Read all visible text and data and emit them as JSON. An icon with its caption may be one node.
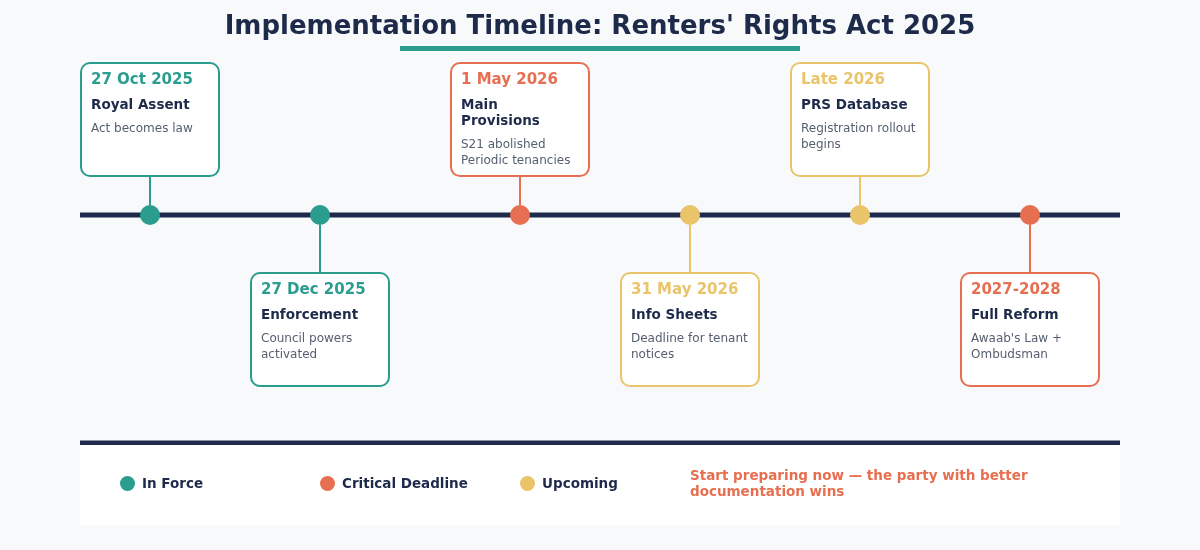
{
  "diagram": {
    "title": "Implementation Timeline: Renters' Rights Act 2025",
    "nodes": [
      {
        "text": [
          "27 Oct 2025",
          "Royal Assent",
          "Act becomes law"
        ]
      },
      {
        "text": [
          "27 Dec 2025",
          "Enforcement",
          "Council powers activated"
        ]
      },
      {
        "text": [
          "1 May 2026",
          "Main Provisions",
          "S21 abolished Periodic tenancies"
        ]
      },
      {
        "text": [
          "31 May 2026",
          "Info Sheets",
          "Deadline for tenant notices"
        ]
      },
      {
        "text": [
          "Late 2026",
          "PRS Database",
          "Registration rollout begins"
        ]
      },
      {
        "text": [
          "2027-2028",
          "Full Reform",
          "Awaab's Law + Ombudsman"
        ]
      },
      {
        "text": [],
        "shape": "circle"
      },
      {
        "text": [],
        "shape": "circle"
      },
      {
        "text": [],
        "shape": "circle"
      },
      {
        "text": [],
        "shape": "circle"
      },
      {
        "text": [],
        "shape": "circle"
      },
      {
        "text": [],
        "shape": "circle"
      }
    ],
    "edges": [
      {
        "from": 0,
        "to": 6,
        "arrow": "none",
        "color": "#2a9d8f"
      },
      {
        "from": 1,
        "to": 7,
        "arrow": "none",
        "color": "#2a9d8f"
      },
      {
        "from": 2,
        "to": 8,
        "arrow": "none",
        "color": "#e76f51"
      },
      {
        "from": 3,
        "to": 9,
        "arrow": "none",
        "color": "#e9c46a"
      },
      {
        "from": 4,
        "to": 10,
        "arrow": "none",
        "color": "#e9c46a"
      },
      {
        "from": 5,
        "to": 11,
        "arrow": "none",
        "color": "#e76f51"
      }
    ],
    "labels": [
      "Start preparing now — the party with better documentation wins"
    ],
    "legend": [
      {
        "text": "In Force",
        "color": "#2a9d8f"
      },
      {
        "text": "Critical Deadline",
        "color": "#e76f51"
      },
      {
        "text": "Upcoming",
        "color": "#e9c46a"
      }
    ]
  }
}
